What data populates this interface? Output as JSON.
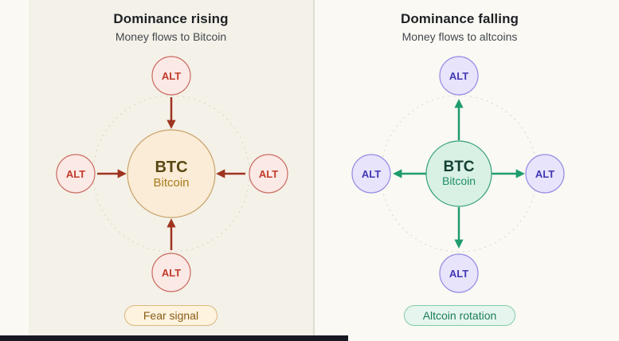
{
  "left_panel": {
    "title": "Dominance rising",
    "subtitle": "Money flows to Bitcoin",
    "flow_direction": "inward",
    "center_node": {
      "symbol": "BTC",
      "name": "Bitcoin"
    },
    "satellites": [
      "ALT",
      "ALT",
      "ALT",
      "ALT"
    ],
    "badge": "Fear signal",
    "colors": {
      "card_bg": "#f4f1e8",
      "arrow": "#9e3420",
      "alt_fill": "#fbe9e6",
      "alt_border": "#c96a5e",
      "alt_text": "#c23b2a",
      "btc_fill": "#faecd6",
      "btc_border": "#c9a26b",
      "btc_symbol_text": "#5a4712",
      "btc_name_text": "#a87a1c",
      "badge_bg": "#fdf3df",
      "badge_border": "#d9b87f",
      "badge_text": "#8a5c15"
    }
  },
  "right_panel": {
    "title": "Dominance falling",
    "subtitle": "Money flows to altcoins",
    "flow_direction": "outward",
    "center_node": {
      "symbol": "BTC",
      "name": "Bitcoin"
    },
    "satellites": [
      "ALT",
      "ALT",
      "ALT",
      "ALT"
    ],
    "badge": "Altcoin rotation",
    "colors": {
      "panel_bg": "#faf9f3",
      "arrow": "#1f9c6d",
      "alt_fill": "#e7e4fc",
      "alt_border": "#9289e2",
      "alt_text": "#4238b4",
      "btc_fill": "#d9f0e4",
      "btc_border": "#33a178",
      "btc_symbol_text": "#123f33",
      "btc_name_text": "#1e8f68",
      "badge_bg": "#e6f6ee",
      "badge_border": "#82cbab",
      "badge_text": "#1a7d57"
    }
  },
  "page": {
    "background": "#faf9f3",
    "bottom_bar_color": "#191923"
  }
}
